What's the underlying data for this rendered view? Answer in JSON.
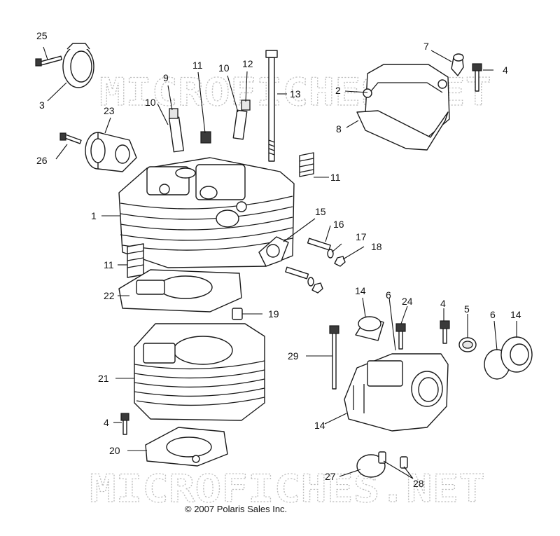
{
  "watermark": {
    "top": "MICROFICHES.NET",
    "bottom": "MICROFICHES.NET"
  },
  "copyright": "© 2007 Polaris Sales Inc.",
  "callouts": {
    "c25": "25",
    "c3": "3",
    "c23": "23",
    "c26": "26",
    "c9": "9",
    "c10a": "10",
    "c11a": "11",
    "c10b": "10",
    "c12": "12",
    "c13": "13",
    "c7": "7",
    "c4a": "4",
    "c2": "2",
    "c8": "8",
    "c11b": "11",
    "c1": "1",
    "c15": "15",
    "c16": "16",
    "c17": "17",
    "c18": "18",
    "c11c": "11",
    "c22": "22",
    "c19": "19",
    "c21": "21",
    "c4b": "4",
    "c20": "20",
    "c14a": "14",
    "c6a": "6",
    "c24": "24",
    "c4c": "4",
    "c5": "5",
    "c6b": "6",
    "c14b": "14",
    "c29": "29",
    "c14c": "14",
    "c27": "27",
    "c28": "28"
  },
  "colors": {
    "line": "#1a1a1a",
    "watermark": "#bdbdbd",
    "fill": "#ffffff"
  }
}
